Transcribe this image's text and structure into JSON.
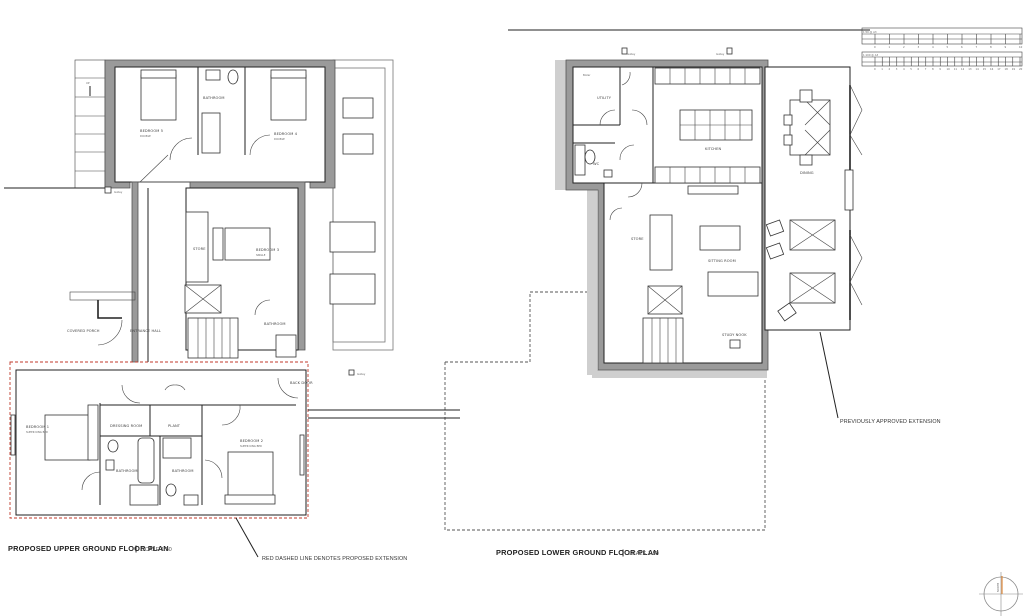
{
  "drawing": {
    "upper_plan": {
      "title": "PROPOSED UPPER GROUND FLOOR PLAN",
      "separator": "|",
      "scale": "SCALE 1:50",
      "rooms": {
        "bedroom5": "BEDROOM 5",
        "bedroom5_sub": "DOUBLE",
        "bathroom_top": "BATHROOM",
        "bedroom4": "BEDROOM 4",
        "bedroom4_sub": "DOUBLE",
        "store": "STORE",
        "bedroom3": "BEDROOM 3",
        "bedroom3_sub": "SINGLE",
        "bathroom_mid": "BATHROOM",
        "entrance_hall": "ENTRANCE HALL",
        "covered_porch": "COVERED PORCH",
        "back_door": "BACK DOOR",
        "bedroom1": "BEDROOM 1",
        "bedroom1_sub": "SUPER KING BED",
        "dressing_room": "DRESSING ROOM",
        "plant": "PLANT",
        "bathroom_ensuite": "BATHROOM",
        "bathroom_shared": "BATHROOM",
        "bedroom2": "BEDROOM 2",
        "bedroom2_sub": "SUPER KING BED",
        "up": "UP",
        "gulley_1": "Gulley",
        "gulley_2": "Gulley"
      },
      "note": "RED DASHED LINE DENOTES PROPOSED EXTENSION"
    },
    "lower_plan": {
      "title": "PROPOSED LOWER GROUND FLOOR PLAN",
      "separator": "|",
      "scale": "SCALE 1:50",
      "rooms": {
        "utility": "UTILITY",
        "boiler": "Boiler",
        "wc": "WC",
        "kitchen": "KITCHEN",
        "dining": "DINING",
        "store": "STORE",
        "sitting_room": "SITTING ROOM",
        "study_nook": "STUDY NOOK",
        "gulley_1": "Gulley",
        "gulley_2": "Gulley"
      },
      "note": "PREVIOUSLY APPROVED EXTENSION"
    },
    "scale_bar": {
      "row1_label": "1:50 @ A3",
      "row1_ticks": [
        "0",
        "1",
        "2",
        "3",
        "4",
        "5",
        "6",
        "7",
        "8",
        "9",
        "10"
      ],
      "row2_label": "1:100 @ A3",
      "row2_ticks": [
        "0",
        "1",
        "2",
        "3",
        "4",
        "5",
        "6",
        "7",
        "8",
        "9",
        "10",
        "11",
        "12",
        "13",
        "14",
        "15",
        "16",
        "17",
        "18",
        "19",
        "20"
      ]
    },
    "north_arrow": {
      "label": "NORTH"
    },
    "colors": {
      "wall": "#9a9a9a",
      "extension_line": "#c0392b",
      "approved_line": "#555555"
    }
  }
}
